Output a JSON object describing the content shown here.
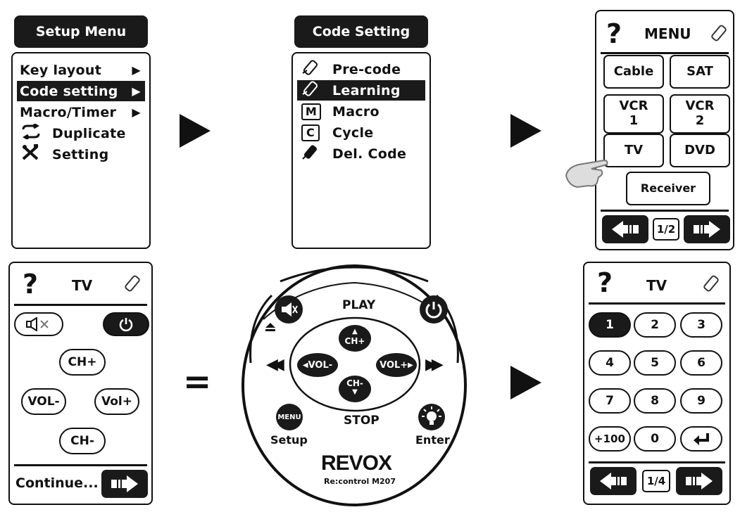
{
  "setup_menu": {
    "title": "Setup Menu",
    "items": [
      {
        "label": "Key layout",
        "arrow": "▶",
        "icon": "",
        "selected": false
      },
      {
        "label": "Code setting",
        "arrow": "▶",
        "icon": "",
        "selected": true
      },
      {
        "label": "Macro/Timer",
        "arrow": "▶",
        "icon": "",
        "selected": false
      },
      {
        "label": "Duplicate",
        "arrow": "",
        "icon": "duplicate-arrows-icon",
        "selected": false
      },
      {
        "label": "Setting",
        "arrow": "",
        "icon": "tools-icon",
        "selected": false
      }
    ]
  },
  "code_setting": {
    "title": "Code Setting",
    "items": [
      {
        "label": "Pre-code",
        "icon": "remote-wand-icon",
        "selected": false
      },
      {
        "label": "Learning",
        "icon": "remote-wand-icon",
        "selected": true
      },
      {
        "label": "Macro",
        "icon": "m-box-icon",
        "badge": "M",
        "selected": false
      },
      {
        "label": "Cycle",
        "icon": "c-cycle-icon",
        "badge": "C",
        "selected": false
      },
      {
        "label": "Del. Code",
        "icon": "delete-remote-icon",
        "selected": false
      }
    ]
  },
  "device_menu": {
    "help": "?",
    "title": "MENU",
    "buttons": [
      "Cable",
      "SAT",
      "VCR\n1",
      "VCR\n2",
      "TV",
      "DVD",
      "Receiver"
    ],
    "pager": "1/2"
  },
  "tv_panel": {
    "help": "?",
    "title": "TV",
    "buttons": {
      "ch_up": "CH+",
      "vol_down": "VOL-",
      "vol_up": "Vol+",
      "ch_down": "CH-"
    },
    "continue": "Continue..."
  },
  "equals": "=",
  "remote": {
    "play": "PLAY",
    "stop": "STOP",
    "ch_up": "CH+",
    "ch_down": "CH-",
    "vol_down": "VOL-",
    "vol_up": "VOL+",
    "menu": "MENU",
    "setup": "Setup",
    "enter": "Enter",
    "brand": "REVOX",
    "model": "Re:control M207"
  },
  "numpad": {
    "help": "?",
    "title": "TV",
    "keys": [
      "1",
      "2",
      "3",
      "4",
      "5",
      "6",
      "7",
      "8",
      "9",
      "+100",
      "0"
    ],
    "pager": "1/4"
  }
}
